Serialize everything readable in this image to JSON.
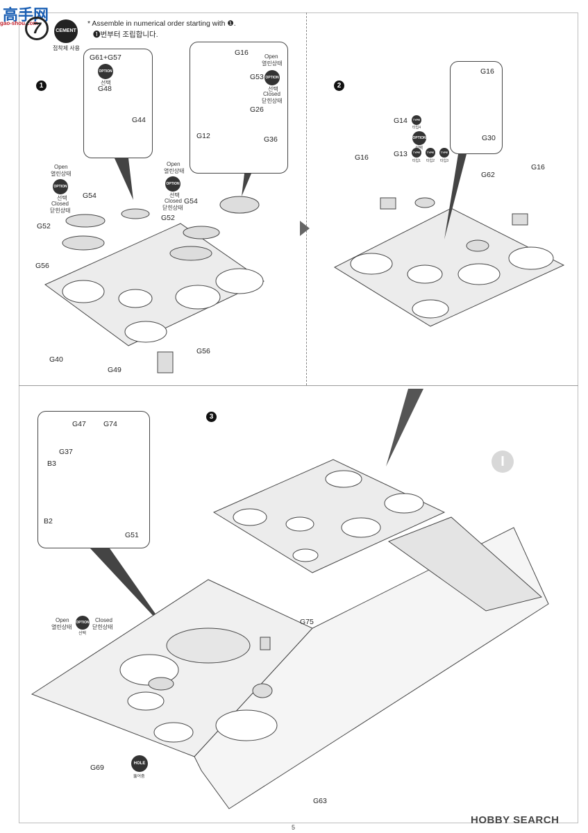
{
  "header": {
    "site_logo": "高手网",
    "site_logo_sub": "gao-shou.com",
    "step_icon": "7",
    "cement_badge": "CEMENT",
    "cement_korean": "접착제 사용",
    "instruction_en": "* Assemble in numerical order starting with ❶.",
    "instruction_ko": "❶번부터 조립합니다."
  },
  "steps": {
    "s1": "1",
    "s2": "2",
    "s3": "3"
  },
  "panel1": {
    "callout_left": {
      "title": "G61+G57",
      "option": "OPTION",
      "option_sub": "선택",
      "parts": [
        "G48",
        "G44"
      ]
    },
    "callout_right": {
      "parts": [
        "G16",
        "G53",
        "G26",
        "G12",
        "G36"
      ],
      "open_en": "Open",
      "open_ko": "열린상태",
      "option": "OPTION",
      "option_sub": "선택",
      "closed_en": "Closed",
      "closed_ko": "닫힌상태"
    },
    "left_option": {
      "open_en": "Open",
      "open_ko": "열린상태",
      "option": "OPTION",
      "option_sub": "선택",
      "closed_en": "Closed",
      "closed_ko": "닫힌상태"
    },
    "mid_option": {
      "open_en": "Open",
      "open_ko": "열린상태",
      "option": "OPTION",
      "option_sub": "선택",
      "closed_en": "Closed",
      "closed_ko": "닫힌상태"
    },
    "labels": [
      "G54",
      "G52",
      "G56",
      "G40",
      "G54",
      "G52",
      "G56",
      "G49"
    ]
  },
  "panel2": {
    "callout": {
      "parts": [
        "G16",
        "G30"
      ]
    },
    "labels": [
      "G14",
      "G13",
      "G16",
      "G62",
      "G16",
      "OPTION",
      "선택"
    ],
    "small_badges": [
      "TYPE",
      "TYPE",
      "TYPE",
      "TYPE"
    ],
    "small_badge_labels": [
      "타입4",
      "타입1",
      "타입2",
      "타입3"
    ]
  },
  "panel3": {
    "callout": {
      "parts": [
        "G47",
        "G74",
        "G37",
        "B3",
        "B2",
        "G51"
      ]
    },
    "open_en": "Open",
    "open_ko": "열린상태",
    "option": "OPTION",
    "option_sub": "선택",
    "closed_en": "Closed",
    "closed_ko": "닫힌상태",
    "labels": [
      "G75",
      "G69",
      "G63"
    ],
    "hole": "HOLE",
    "hole_ko": "뚫어줌",
    "circle_I": "I"
  },
  "footer": {
    "page_number": "5",
    "watermark": "HOBBY SEARCH"
  }
}
